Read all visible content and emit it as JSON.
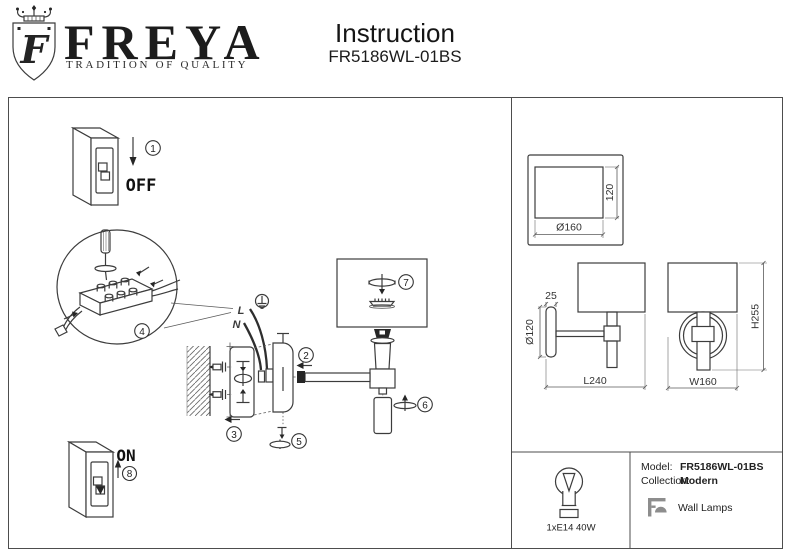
{
  "header": {
    "logo_letter": "F",
    "brand": "FREYA",
    "tagline": "TRADITION OF QUALITY",
    "title": "Instruction",
    "model": "FR5186WL-01BS"
  },
  "diagram": {
    "off_label": "OFF",
    "on_label": "ON",
    "wire_live": "L",
    "wire_neutral": "N",
    "steps": {
      "n1": "1",
      "n2": "2",
      "n3": "3",
      "n4": "4",
      "n5": "5",
      "n6": "6",
      "n7": "7",
      "n8": "8"
    }
  },
  "dimensions": {
    "top_width": "Ø160",
    "top_depth": "120",
    "plate_thickness": "25",
    "plate_diameter": "Ø120",
    "projection": "L240",
    "width": "W160",
    "height": "H255"
  },
  "specs": {
    "bulb": "1xE14 40W",
    "model_label": "Model:",
    "model_value": "FR5186WL-01BS",
    "collection_label": "Collection:",
    "collection_value": "Modern",
    "category": "Wall Lamps"
  }
}
